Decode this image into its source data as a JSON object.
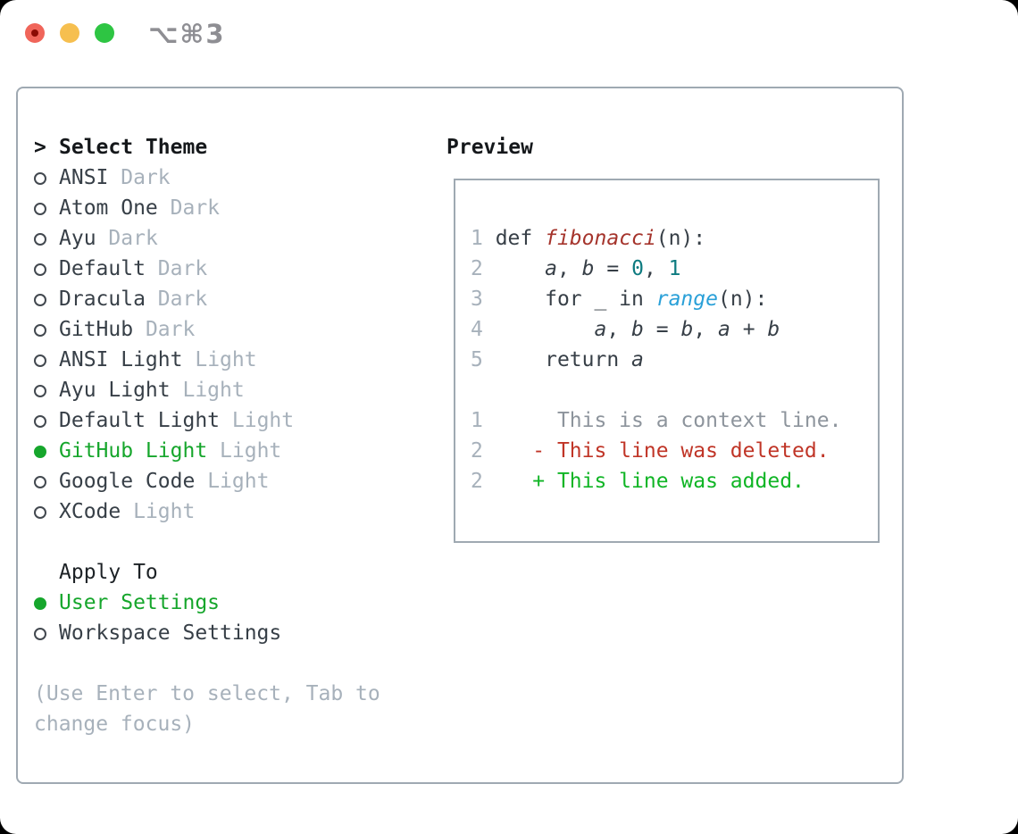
{
  "window": {
    "shortcut_label": "⌥⌘3",
    "buttons": [
      "close",
      "minimize",
      "zoom"
    ]
  },
  "theme_panel": {
    "header": {
      "prefix": ">",
      "label": "Select Theme"
    },
    "themes": [
      {
        "name": "ANSI",
        "variant": "Dark",
        "selected": false
      },
      {
        "name": "Atom One",
        "variant": "Dark",
        "selected": false
      },
      {
        "name": "Ayu",
        "variant": "Dark",
        "selected": false
      },
      {
        "name": "Default",
        "variant": "Dark",
        "selected": false
      },
      {
        "name": "Dracula",
        "variant": "Dark",
        "selected": false
      },
      {
        "name": "GitHub",
        "variant": "Dark",
        "selected": false
      },
      {
        "name": "ANSI Light",
        "variant": "Light",
        "selected": false
      },
      {
        "name": "Ayu Light",
        "variant": "Light",
        "selected": false
      },
      {
        "name": "Default Light",
        "variant": "Light",
        "selected": false
      },
      {
        "name": "GitHub Light",
        "variant": "Light",
        "selected": true
      },
      {
        "name": "Google Code",
        "variant": "Light",
        "selected": false
      },
      {
        "name": "XCode",
        "variant": "Light",
        "selected": false
      }
    ],
    "apply_to": {
      "label": "Apply To",
      "options": [
        {
          "name": "User Settings",
          "selected": true
        },
        {
          "name": "Workspace Settings",
          "selected": false
        }
      ]
    },
    "hint_lines": [
      "(Use Enter to select, Tab to",
      "change focus)"
    ]
  },
  "preview": {
    "label": "Preview",
    "code_lines": [
      {
        "num": "1",
        "segments": [
          {
            "t": " def ",
            "s": "plain"
          },
          {
            "t": "fibonacci",
            "s": "function"
          },
          {
            "t": "(n):",
            "s": "plain"
          }
        ]
      },
      {
        "num": "2",
        "segments": [
          {
            "t": "     ",
            "s": "plain"
          },
          {
            "t": "a",
            "s": "variable"
          },
          {
            "t": ", ",
            "s": "plain"
          },
          {
            "t": "b",
            "s": "variable"
          },
          {
            "t": " = ",
            "s": "plain"
          },
          {
            "t": "0",
            "s": "number"
          },
          {
            "t": ", ",
            "s": "plain"
          },
          {
            "t": "1",
            "s": "number"
          }
        ]
      },
      {
        "num": "3",
        "segments": [
          {
            "t": "     for _ in ",
            "s": "plain"
          },
          {
            "t": "range",
            "s": "builtin"
          },
          {
            "t": "(n):",
            "s": "plain"
          }
        ]
      },
      {
        "num": "4",
        "segments": [
          {
            "t": "         ",
            "s": "plain"
          },
          {
            "t": "a",
            "s": "variable"
          },
          {
            "t": ", ",
            "s": "plain"
          },
          {
            "t": "b",
            "s": "variable"
          },
          {
            "t": " = ",
            "s": "plain"
          },
          {
            "t": "b",
            "s": "variable"
          },
          {
            "t": ", ",
            "s": "plain"
          },
          {
            "t": "a",
            "s": "variable"
          },
          {
            "t": " + ",
            "s": "plain"
          },
          {
            "t": "b",
            "s": "variable"
          }
        ]
      },
      {
        "num": "5",
        "segments": [
          {
            "t": "     return ",
            "s": "plain"
          },
          {
            "t": "a",
            "s": "variable"
          }
        ]
      },
      {
        "num": "",
        "segments": []
      },
      {
        "num": "1",
        "segments": [
          {
            "t": "      This is a context line.",
            "s": "context"
          }
        ]
      },
      {
        "num": "2",
        "segments": [
          {
            "t": "    ",
            "s": "plain"
          },
          {
            "t": "- This line was deleted.",
            "s": "deleted"
          }
        ]
      },
      {
        "num": "2",
        "segments": [
          {
            "t": "    ",
            "s": "plain"
          },
          {
            "t": "+ This line was added.",
            "s": "added"
          }
        ]
      }
    ]
  },
  "colors": {
    "selected_green": "#16a62c",
    "text_dark": "#373f47",
    "header_text": "#15181b",
    "subheader_text": "#1d2226",
    "muted": "#a7b1bb",
    "radio_border": "#42484f",
    "panel_border": "#9fa9b2",
    "title_text": "#8e8e93",
    "traffic_lights": {
      "close": "#f0655a",
      "close_dot": "#8b0b04",
      "minimize": "#f6bf4f",
      "zoom": "#2ec543"
    },
    "syntax": {
      "plain": "#373f47",
      "function": "#a5342c",
      "number": "#0e7b80",
      "builtin": "#2aa0d8",
      "variable": "#373f47",
      "context": "#8d949c",
      "deleted": "#c03527",
      "added": "#10b525",
      "line_number": "#a7b1bb"
    }
  }
}
